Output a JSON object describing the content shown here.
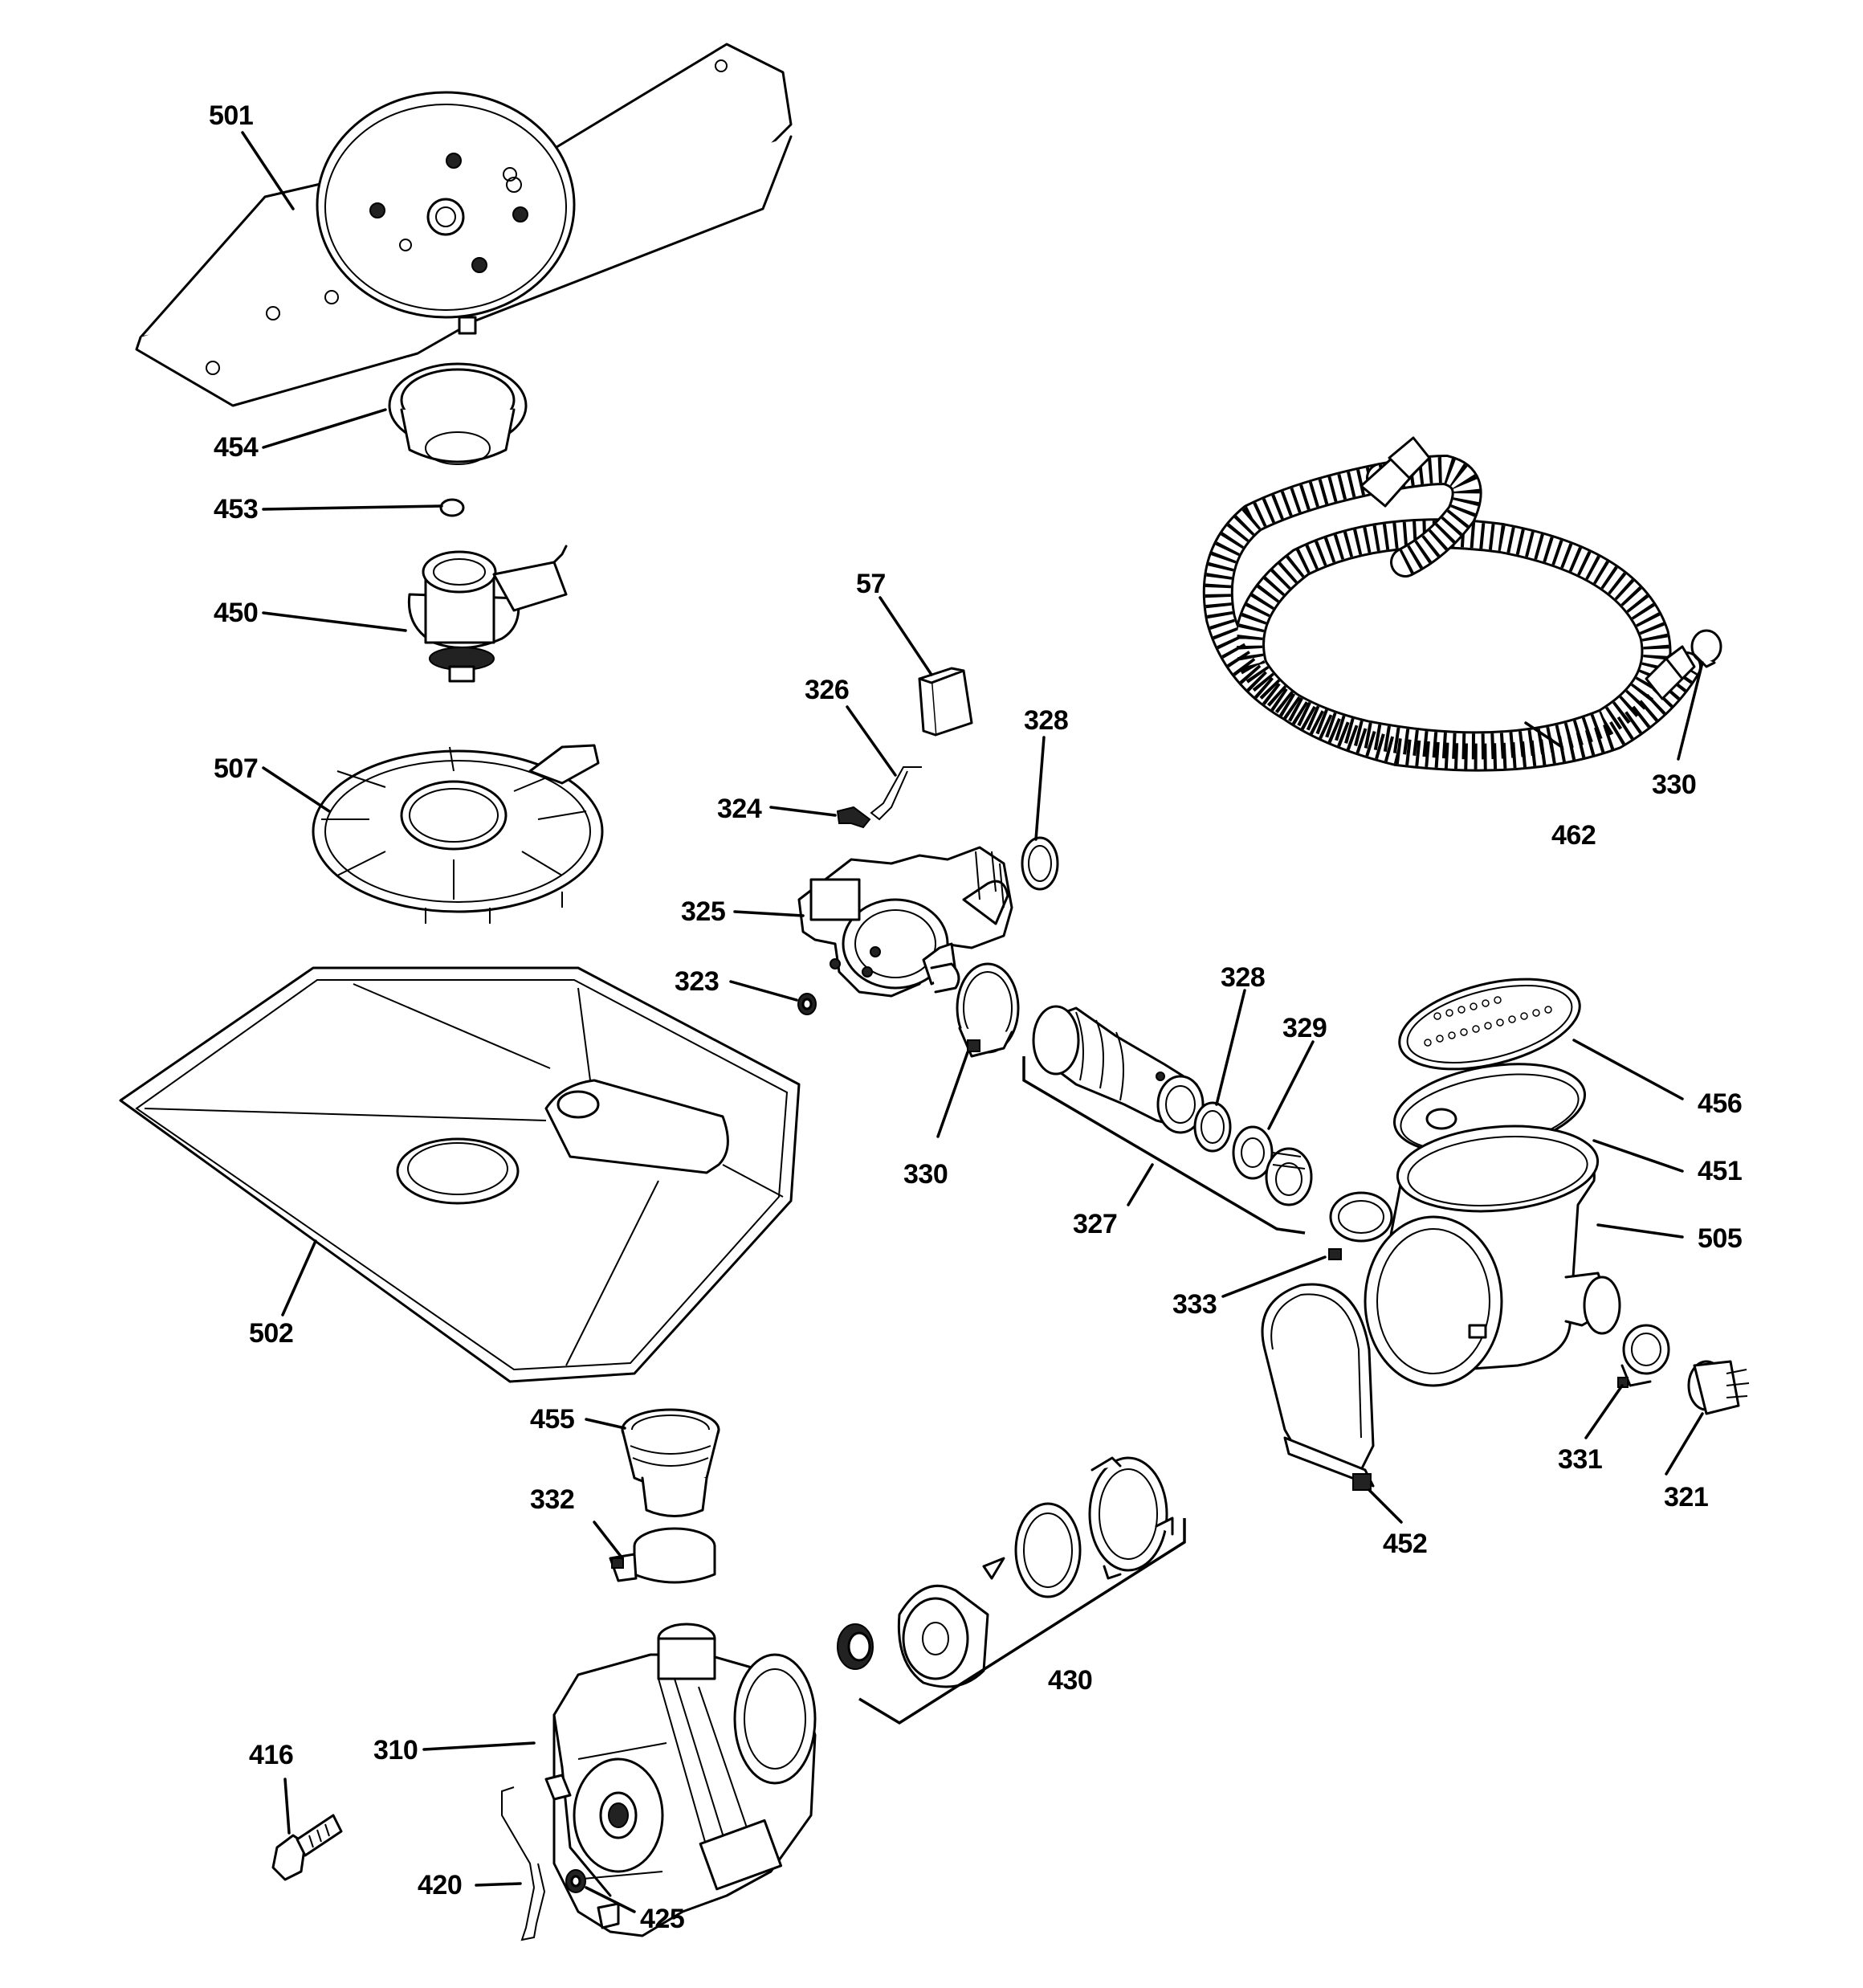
{
  "diagram": {
    "type": "exploded-parts-view",
    "callouts": {
      "c501": "501",
      "c454": "454",
      "c453": "453",
      "c450": "450",
      "c507": "507",
      "c502": "502",
      "c57": "57",
      "c326": "326",
      "c328a": "328",
      "c324": "324",
      "c325": "325",
      "c323": "323",
      "c330a": "330",
      "c327": "327",
      "c328b": "328",
      "c329": "329",
      "c462": "462",
      "c330b": "330",
      "c456": "456",
      "c451": "451",
      "c505": "505",
      "c333": "333",
      "c331": "331",
      "c321": "321",
      "c452": "452",
      "c455": "455",
      "c332": "332",
      "c430": "430",
      "c310": "310",
      "c416": "416",
      "c420": "420",
      "c425": "425"
    }
  }
}
